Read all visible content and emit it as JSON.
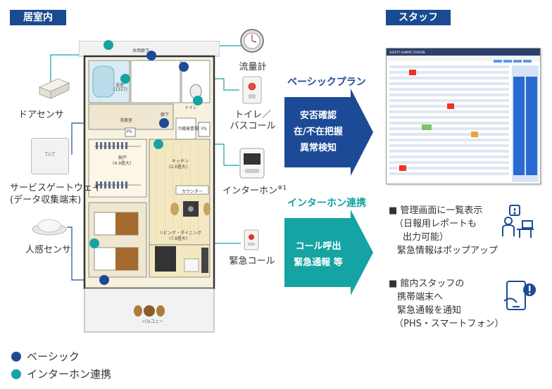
{
  "headers": {
    "indoor": "居室内",
    "staff": "スタッフ"
  },
  "colors": {
    "basic": "#1d4a96",
    "intercom": "#16a3a3",
    "tag_bg": "#1a4a8f"
  },
  "devices": {
    "door_sensor": "ドアセンサ",
    "gateway_line1": "サービスゲートウェイ",
    "gateway_line2": "(データ収集端末)",
    "gateway_logo": "TnT",
    "motion_sensor": "人感センサ",
    "flow_meter": "流量計",
    "toilet_call_line1": "トイレ／",
    "toilet_call_line2": "バスコール",
    "intercom": "インターホン",
    "intercom_note": "※1",
    "emergency_call": "緊急コール"
  },
  "floorplan": {
    "corridor": "共用廊下",
    "bath": "浴室",
    "bath_size": "(1317)",
    "toilet": "トイレ",
    "washroom": "洗面室",
    "hallway": "廊下",
    "fridge": "冷蔵庫置場",
    "storage": "納戸",
    "storage_size": "(4.9畳大)",
    "kitchen": "キッチン",
    "kitchen_size": "(2.6畳大)",
    "counter": "カウンター",
    "living": "リビング・ダイニング",
    "living_size": "(7.8畳大)",
    "balcony": "バルコニー",
    "ps": "PS"
  },
  "plans": {
    "basic": {
      "title": "ベーシックプラン",
      "lines": [
        "安否確認",
        "在/不在把握",
        "異常検知"
      ]
    },
    "intercom": {
      "title": "インターホン連携",
      "lines": [
        "コール呼出",
        "緊急通報 等"
      ]
    }
  },
  "features": {
    "admin": [
      "■ 管理画面に一覧表示",
      "（日報用レポートも",
      "出力可能）",
      "緊急情報はポップアップ"
    ],
    "mobile": [
      "■ 館内スタッフの",
      "携帯端末へ",
      "緊急通報を通知",
      "（PHS・スマートフォン）"
    ]
  },
  "legend": {
    "basic": "ベーシック",
    "intercom": "インターホン連携"
  },
  "dashboard": {
    "brand": "SAFETY SUMMIT STATION"
  }
}
